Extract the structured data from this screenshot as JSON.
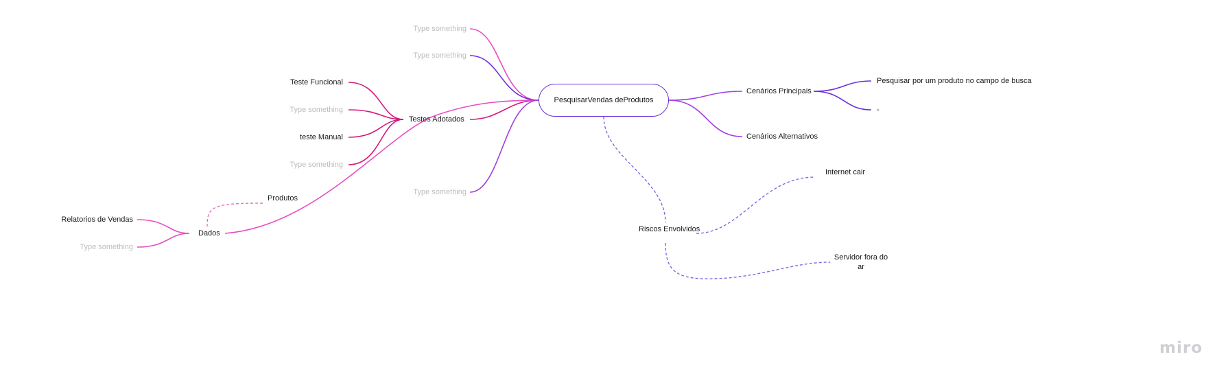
{
  "mindmap": {
    "root": "PesquisarVendas deProdutos",
    "placeholder_text": "Type something",
    "top_left_branches": [
      "Type something",
      "Type something"
    ],
    "bottom_left_branch": "Type something",
    "testes": {
      "label": "Testes Adotados",
      "children": [
        "Teste Funcional",
        "Type something",
        "teste Manual",
        "Type something"
      ]
    },
    "dados": {
      "label": "Dados",
      "children": [
        "Relatorios de  Vendas",
        "Type something"
      ],
      "dashed_child": "Produtos"
    },
    "cenarios_principais": {
      "label": "Cenários Principais",
      "children": [
        "Pesquisar por um produto no campo de busca",
        "-"
      ]
    },
    "cenarios_alternativos": {
      "label": "Cenários Alternativos"
    },
    "riscos": {
      "label": "Riscos Envolvidos",
      "children": [
        "Internet cair",
        "Servidor fora do ar"
      ]
    }
  },
  "colors": {
    "pink": "#e64ec3",
    "magenta": "#d4197a",
    "purple": "#6b2fd6",
    "violet": "#a03de0",
    "dashed_purple": "#7c6ae6",
    "dashed_pink": "#e46fc6",
    "placeholder": "#bdbdbd"
  },
  "brand": {
    "logo": "miro"
  }
}
